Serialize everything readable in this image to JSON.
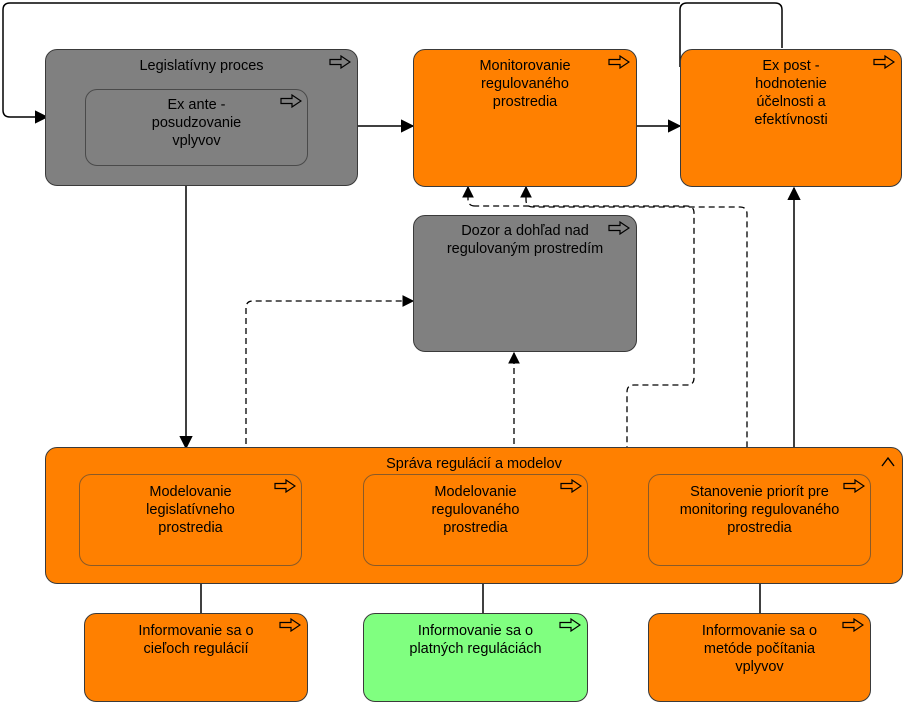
{
  "nodes": {
    "legislativny": {
      "label": "Legislatívny proces"
    },
    "ex_ante": {
      "label": "Ex ante - posudzovanie vplyvov"
    },
    "monitorovanie": {
      "label": "Monitorovanie regulovaného prostredia"
    },
    "ex_post": {
      "label": "Ex post - hodnotenie účelnosti a efektívnosti"
    },
    "dozor": {
      "label": "Dozor a dohľad nad regulovaným prostredím"
    },
    "sprava": {
      "label": "Správa regulácií a modelov"
    },
    "model_leg": {
      "label": "Modelovanie legislatívneho prostredia"
    },
    "model_reg": {
      "label": "Modelovanie regulovaného prostredia"
    },
    "priority": {
      "label": "Stanovenie priorít pre monitoring regulovaného prostredia"
    },
    "info_ciele": {
      "label": "Informovanie sa o cieľoch regulácií"
    },
    "info_platne": {
      "label": "Informovanie sa o platných reguláciách"
    },
    "info_metody": {
      "label": "Informovanie sa o metóde počítania vplyvov"
    }
  },
  "icons": {
    "process": "process-arrow-icon",
    "collapse": "collapse-chevron-icon"
  },
  "colors": {
    "orange": "#ff8000",
    "gray": "#808080",
    "green": "#80ff80",
    "line": "#000000"
  }
}
